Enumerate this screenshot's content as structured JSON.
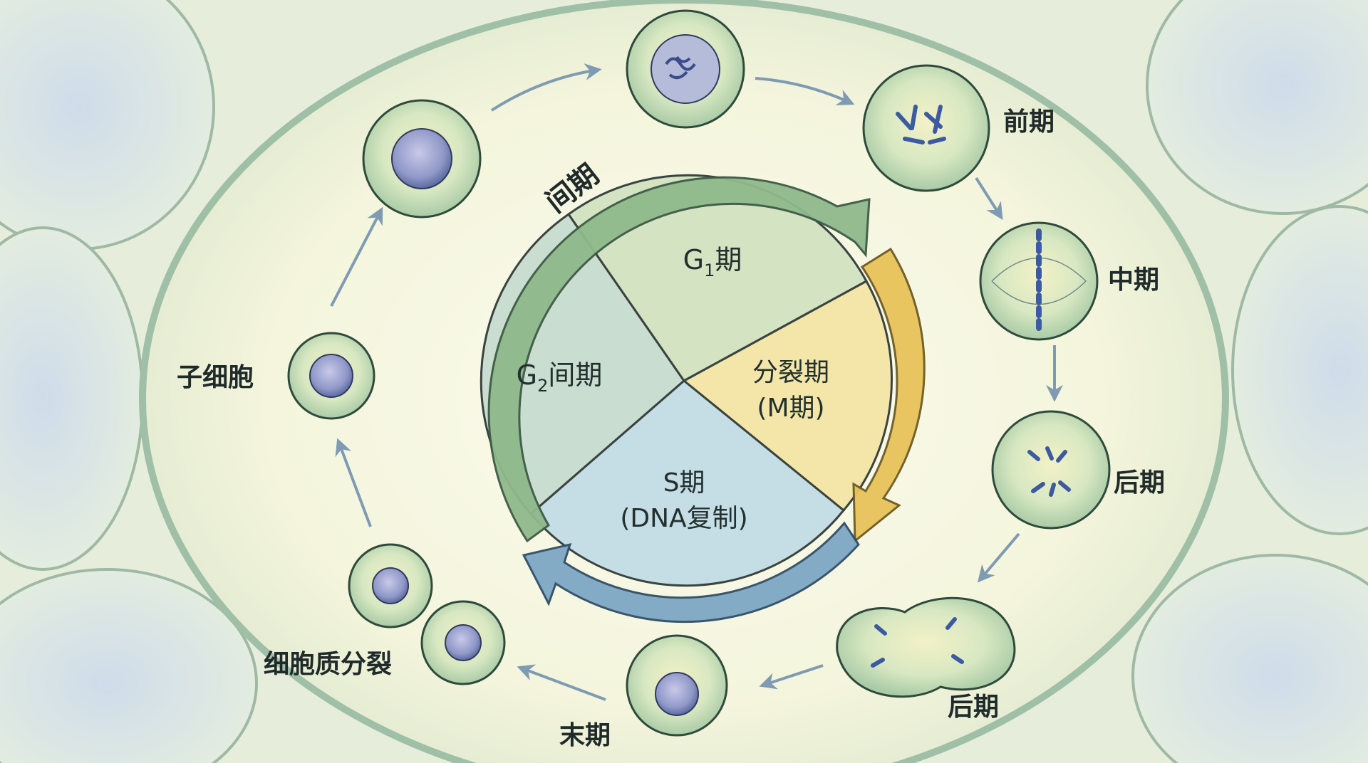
{
  "diagram": {
    "sectors": {
      "g1": {
        "label": "G",
        "sub": "1",
        "suffix": "期"
      },
      "g2": {
        "label": "G",
        "sub": "2",
        "suffix": "间期"
      },
      "s": {
        "line1": "S期",
        "line2": "(DNA复制)"
      },
      "m": {
        "line1": "分裂期",
        "line2": "(M期)"
      }
    },
    "arcs": {
      "interphase": "间期"
    },
    "stages": {
      "prophase": "前期",
      "metaphase": "中期",
      "anaphase1": "后期",
      "anaphase2": "后期",
      "telophase": "末期",
      "cytokinesis": "细胞质分裂",
      "daughter": "子细胞"
    },
    "colors": {
      "g1": "#d4e3c2",
      "g2": "#c9ddd0",
      "s": "#c5dde4",
      "m": "#f3e6a8",
      "interphase_arrow": "#8fb98c",
      "m_arrow": "#e9c35a",
      "s_arrow": "#7ea7c4",
      "cell_fill": "#d6e7c4",
      "nucleus": "#9aa5cf",
      "small_arrow": "#7f9bb3"
    }
  }
}
